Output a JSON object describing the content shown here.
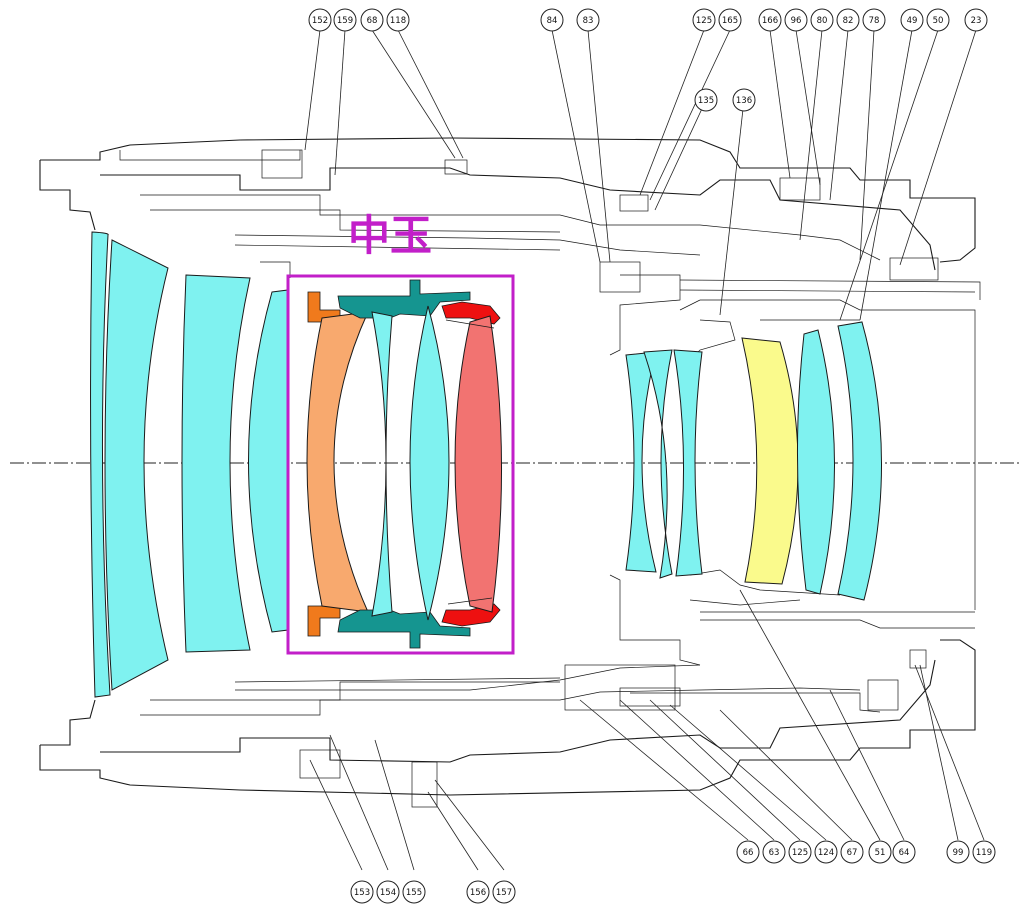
{
  "highlight_label": "中玉",
  "callouts_top": [
    "152",
    "159",
    "68",
    "118",
    "84",
    "83",
    "125",
    "165",
    "166",
    "96",
    "80",
    "82",
    "78",
    "49",
    "50",
    "23",
    "135",
    "136"
  ],
  "callouts_bottom": [
    "153",
    "154",
    "155",
    "156",
    "157",
    "66",
    "63",
    "125",
    "124",
    "67",
    "51",
    "64",
    "99",
    "119"
  ],
  "colors": {
    "lens_cyan": "#7ff2f0",
    "lens_yellow": "#fafa8c",
    "lens_orange": "#f8a96e",
    "lens_red": "#f27371",
    "mount_orange": "#f07a1c",
    "mount_teal": "#159590",
    "mount_red": "#ee1010",
    "highlight": "#c21fc9"
  }
}
